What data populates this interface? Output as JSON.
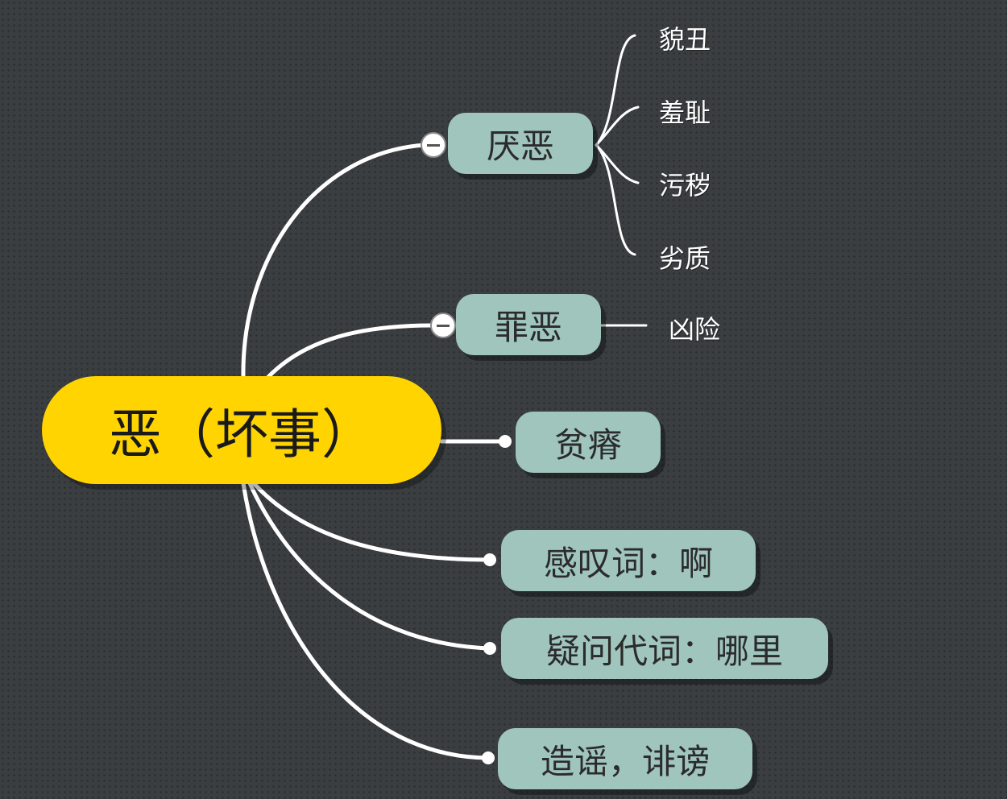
{
  "root": {
    "label": "恶（坏事）"
  },
  "branches": [
    {
      "label": "厌恶",
      "children": [
        "貌丑",
        "羞耻",
        "污秽",
        "劣质"
      ]
    },
    {
      "label": "罪恶",
      "children": [
        "凶险"
      ]
    },
    {
      "label": "贫瘠",
      "children": []
    },
    {
      "label": "感叹词：啊",
      "children": []
    },
    {
      "label": "疑问代词：哪里",
      "children": []
    },
    {
      "label": "造谣，诽谤",
      "children": []
    }
  ],
  "colors": {
    "root": "#ffd400",
    "node": "#9fc5bd",
    "line": "#ffffff",
    "background": "#3a3e40"
  }
}
